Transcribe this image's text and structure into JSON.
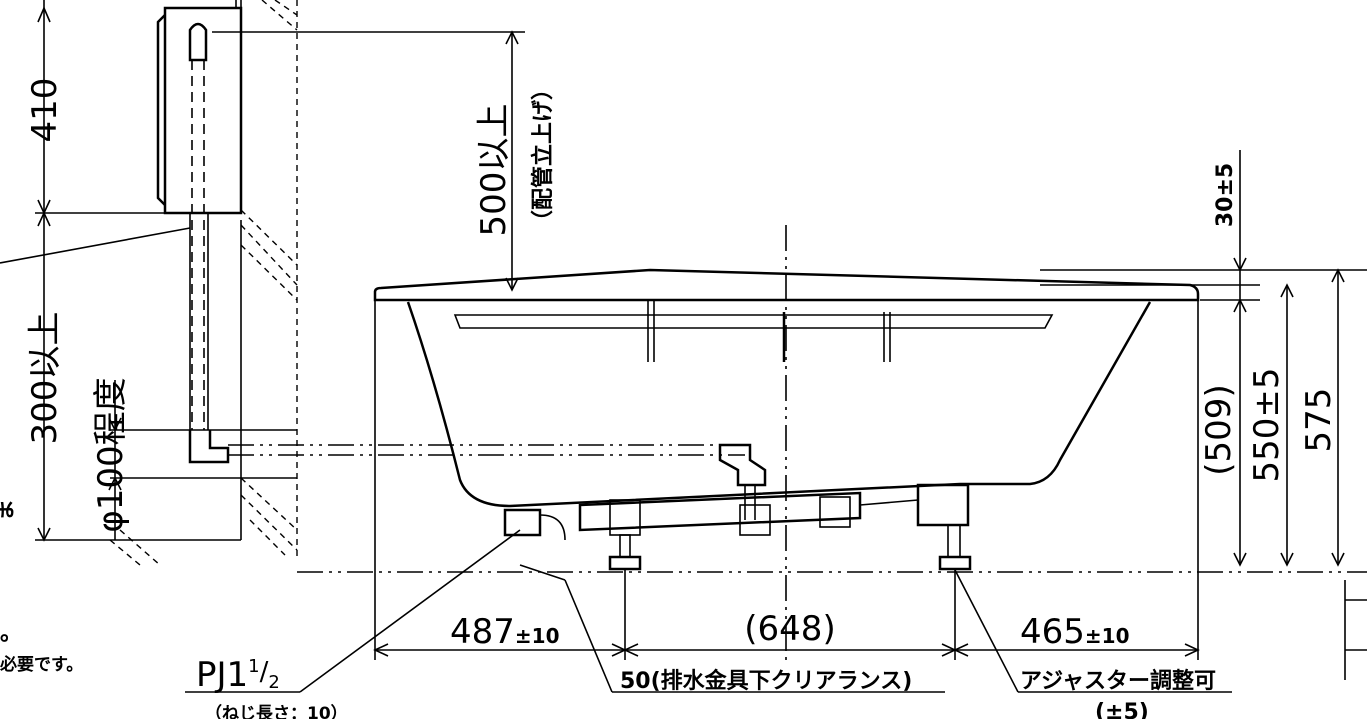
{
  "dimensions": {
    "d410": "410",
    "d300": "300以上",
    "d100": "φ100程度",
    "d500": "500以上",
    "d500_note": "（配管立上げ）",
    "d30": "30±5",
    "d509": "(509)",
    "d550": "550±5",
    "d575": "575",
    "d487": "487",
    "d487_tol": "±10",
    "d648": "(648)",
    "d465": "465",
    "d465_tol": "±10"
  },
  "labels": {
    "pj_main": "PJ1",
    "pj_sup": "1",
    "pj_frac": "2",
    "pj_note": "（ねじ長さ：10）",
    "drain_clearance": "50(排水金具下クリアランス)",
    "adjuster": "アジャスター調整可",
    "adjuster_tol": "(±5)",
    "note_left1": "。",
    "note_left2": "必要です。",
    "edge_left": "ま"
  }
}
